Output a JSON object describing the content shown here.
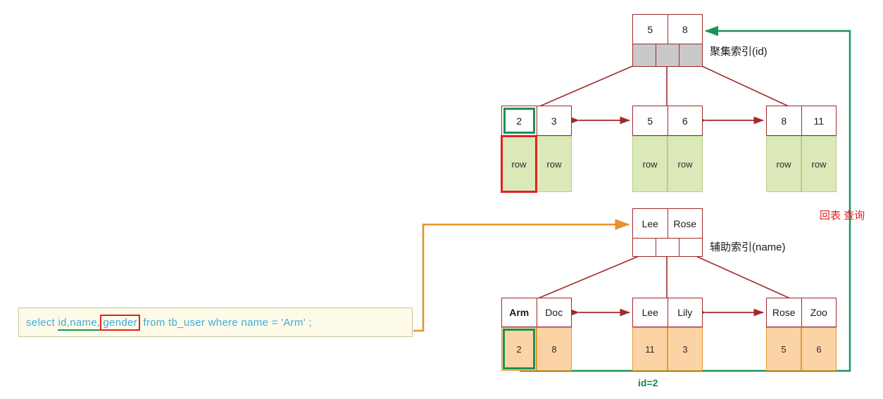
{
  "diagram": {
    "title_clustered": "聚集索引(id)",
    "title_secondary": "辅助索引(name)",
    "back_to_table_label": "回表 查询",
    "id_label": "id=2",
    "colors": {
      "node_border": "#9e2a2a",
      "pointer_gray": "#c9c9c9",
      "clustered_row": "#dbe8b8",
      "secondary_row": "#fbd3a5",
      "highlight_green": "#1a9257",
      "highlight_red": "#e02020",
      "orange_arrow": "#e8912e",
      "green_arrow": "#1a9257",
      "sql_text": "#41a9d8",
      "sql_bg": "#fdfbe8"
    }
  },
  "sql": {
    "select_kw": "select",
    "underlined_cols": "id,name,",
    "boxed_col": "gender",
    "from_kw": "from",
    "table": "tb_user",
    "where_kw": "where",
    "condition": "name = 'Arm' ;"
  },
  "clustered_index": {
    "label": "聚集索引(id)",
    "root": {
      "keys": [
        "5",
        "8"
      ],
      "pointer_count": 3,
      "pointer_fill": "gray"
    },
    "leaves": [
      {
        "keys": [
          "2",
          "3"
        ],
        "data": [
          "row",
          "row"
        ],
        "highlight_key": "2",
        "highlight_data": "row"
      },
      {
        "keys": [
          "5",
          "6"
        ],
        "data": [
          "row",
          "row"
        ],
        "highlight_key": null,
        "highlight_data": null
      },
      {
        "keys": [
          "8",
          "11"
        ],
        "data": [
          "row",
          "row"
        ],
        "highlight_key": null,
        "highlight_data": null
      }
    ]
  },
  "secondary_index": {
    "label": "辅助索引(name)",
    "root": {
      "keys": [
        "Lee",
        "Rose"
      ],
      "pointer_count": 3,
      "pointer_fill": "white"
    },
    "leaves": [
      {
        "keys": [
          "Arm",
          "Doc"
        ],
        "data": [
          "2",
          "8"
        ],
        "highlight_key": "Arm",
        "highlight_data": "2"
      },
      {
        "keys": [
          "Lee",
          "Lily"
        ],
        "data": [
          "11",
          "3"
        ],
        "highlight_key": null,
        "highlight_data": null
      },
      {
        "keys": [
          "Rose",
          "Zoo"
        ],
        "data": [
          "5",
          "6"
        ],
        "highlight_key": null,
        "highlight_data": null
      }
    ]
  },
  "annotations": {
    "back_to_table": "回表 查询",
    "lookup_id": "id=2"
  }
}
